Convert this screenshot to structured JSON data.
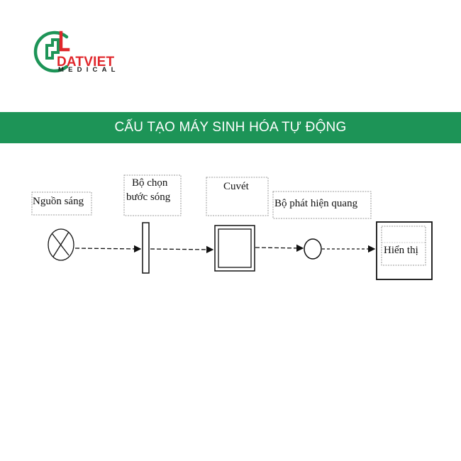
{
  "brand": {
    "name": "DATVIET",
    "tagline": "MEDICAL",
    "colors": {
      "green": "#1d9457",
      "red": "#e0262b"
    }
  },
  "banner": {
    "title": "CẤU TẠO MÁY SINH HÓA TỰ ĐỘNG"
  },
  "diagram": {
    "components": [
      {
        "id": "light_source",
        "label": "Nguồn sáng"
      },
      {
        "id": "wavelength_selector",
        "label_line1": "Bộ chọn",
        "label_line2": "bước sóng"
      },
      {
        "id": "cuvette",
        "label": "Cuvét"
      },
      {
        "id": "photodetector",
        "label": "Bộ phát hiện quang"
      },
      {
        "id": "display",
        "label": "Hiển thị"
      }
    ]
  }
}
